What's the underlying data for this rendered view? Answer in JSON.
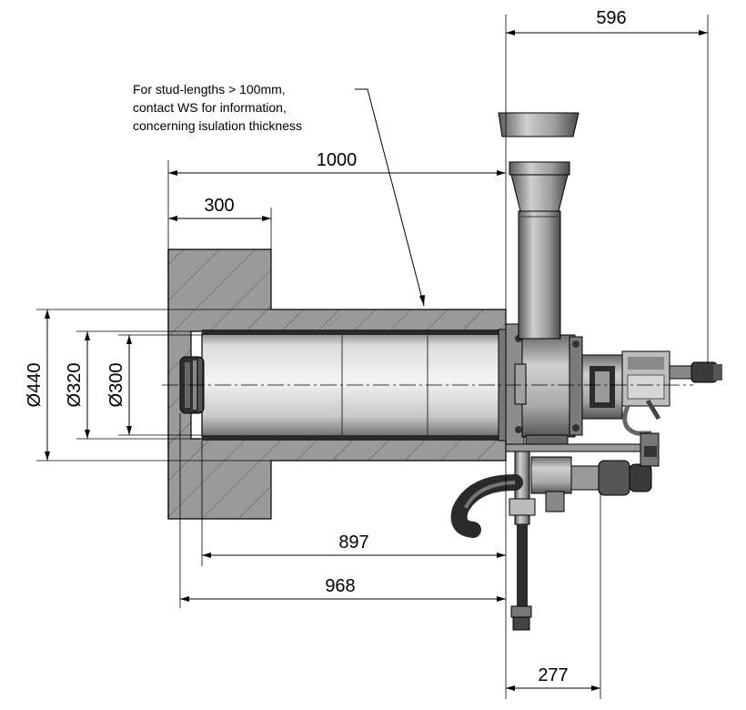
{
  "note": {
    "line1": "For stud-lengths > 100mm,",
    "line2": "contact WS for information,",
    "line3": "concerning isulation thickness"
  },
  "dimensions": {
    "d596": "596",
    "d1000": "1000",
    "d300": "300",
    "d897": "897",
    "d968": "968",
    "d277": "277",
    "dia440": "Ø440",
    "dia320": "Ø320",
    "dia300": "Ø300"
  },
  "colors": {
    "insulation": "#9a9a9a",
    "metal_light": "#e6e6e6",
    "metal_mid": "#b8b8b8",
    "metal_dark": "#3a3a3a",
    "line": "#000000"
  }
}
